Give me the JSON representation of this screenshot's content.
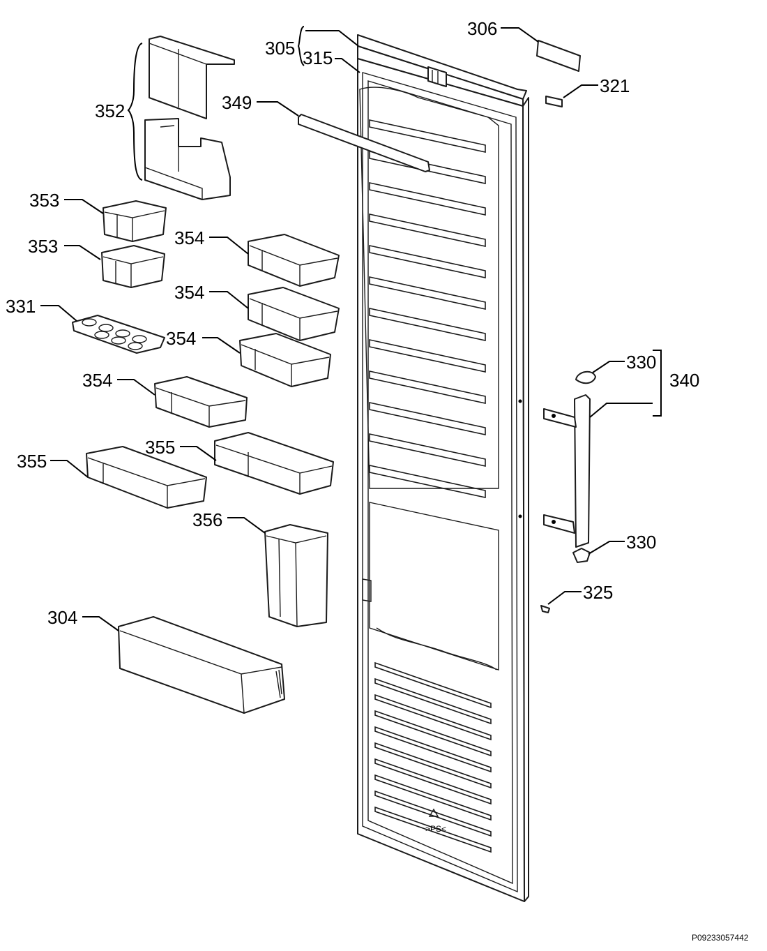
{
  "diagram": {
    "reference_code": "P09233057442",
    "callouts": [
      {
        "id": "c305",
        "label": "305"
      },
      {
        "id": "c315",
        "label": "315"
      },
      {
        "id": "c306",
        "label": "306"
      },
      {
        "id": "c321",
        "label": "321"
      },
      {
        "id": "c352",
        "label": "352"
      },
      {
        "id": "c349",
        "label": "349"
      },
      {
        "id": "c353a",
        "label": "353"
      },
      {
        "id": "c353b",
        "label": "353"
      },
      {
        "id": "c354a",
        "label": "354"
      },
      {
        "id": "c354b",
        "label": "354"
      },
      {
        "id": "c354c",
        "label": "354"
      },
      {
        "id": "c354d",
        "label": "354"
      },
      {
        "id": "c331",
        "label": "331"
      },
      {
        "id": "c355a",
        "label": "355"
      },
      {
        "id": "c355b",
        "label": "355"
      },
      {
        "id": "c356",
        "label": "356"
      },
      {
        "id": "c304",
        "label": "304"
      },
      {
        "id": "c330a",
        "label": "330"
      },
      {
        "id": "c330b",
        "label": "330"
      },
      {
        "id": "c340",
        "label": "340"
      },
      {
        "id": "c325",
        "label": "325"
      }
    ]
  }
}
